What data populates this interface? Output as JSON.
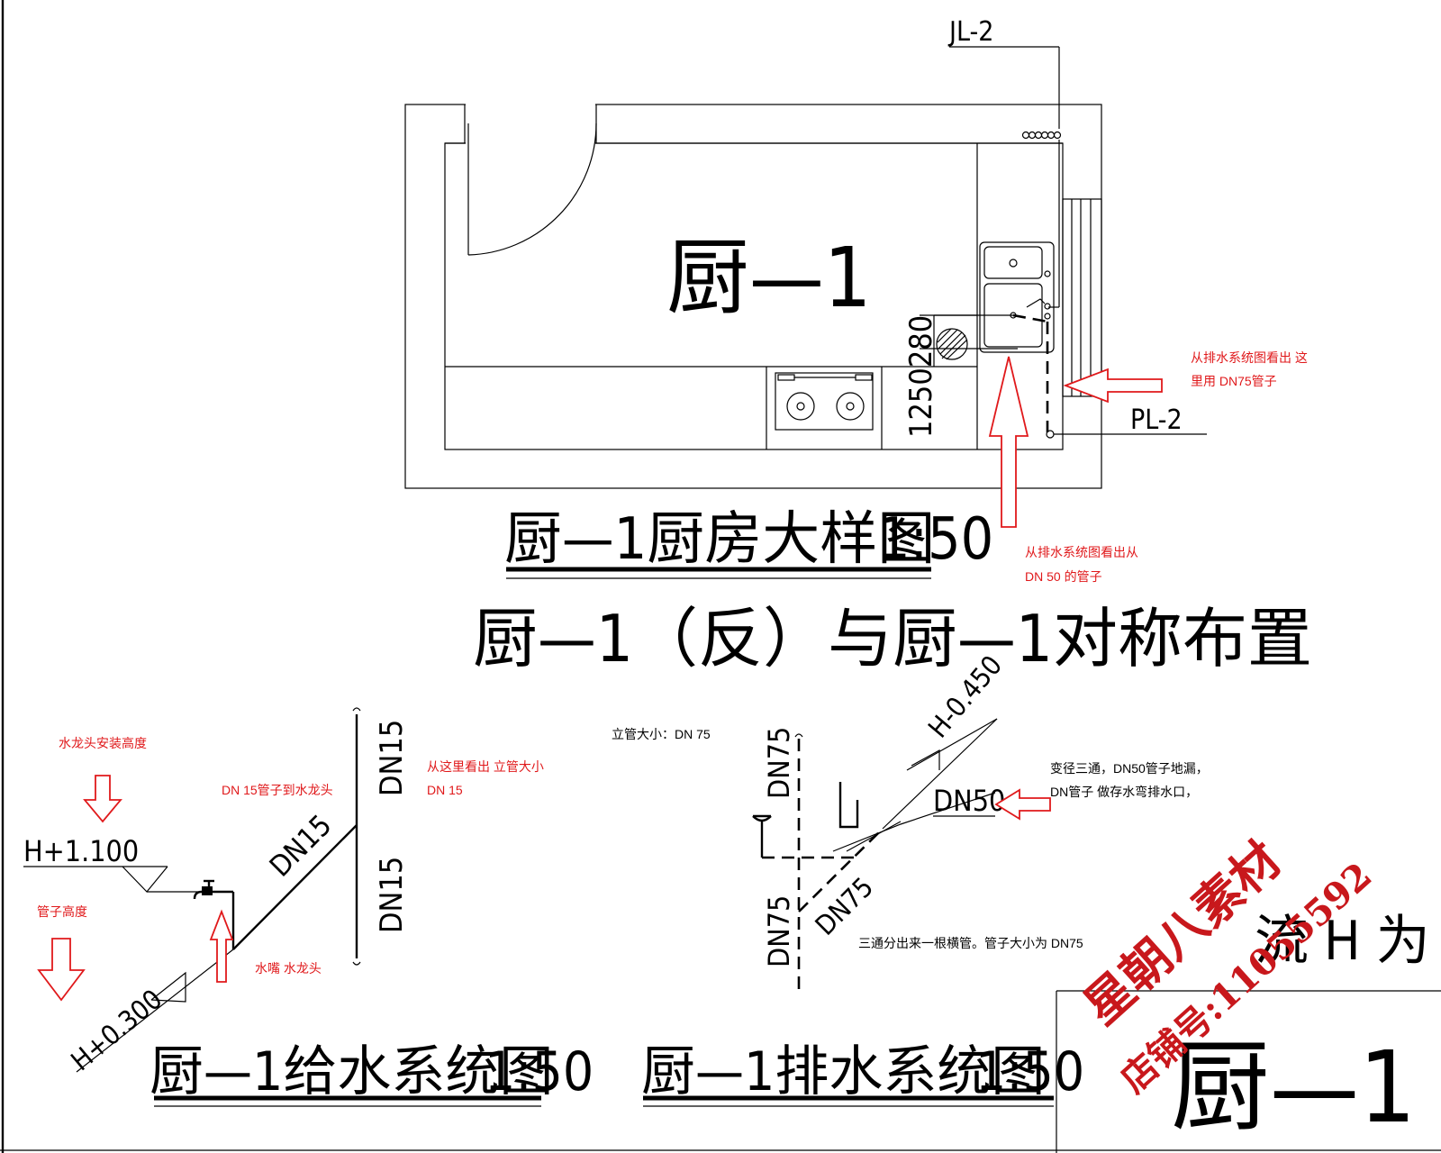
{
  "plan": {
    "title": "厨—1",
    "riser_jl": "JL-2",
    "riser_pl": "PL-2",
    "dim_vertical": "1250280"
  },
  "drawings": {
    "detail_title": "厨—1厨房大样图",
    "detail_scale": "1:50",
    "symmetric_note": "厨—1（反）与厨—1对称布置",
    "supply_title": "厨—1给水系统图",
    "supply_scale": "1:50",
    "drain_title": "厨—1排水系统图",
    "drain_scale": "1:50",
    "corner_title": "厨—1"
  },
  "supply": {
    "level_top": "H+1.100",
    "level_bottom": "H+0.300",
    "pipe_diag": "DN15",
    "riser_top": "DN15",
    "riser_bottom": "DN15"
  },
  "drain": {
    "level": "H-0.450",
    "branch": "DN50",
    "riser_top": "DN75",
    "riser_bottom": "DN75",
    "diag": "DN75",
    "fragment_1": "流",
    "fragment_2": "H 为"
  },
  "annotations": {
    "dn75_line1": "从排水系统图看出 这",
    "dn75_line2": "里用  DN75管子",
    "dn50_line1": "从排水系统图看出从",
    "dn50_line2": "DN  50 的管子",
    "faucet_height": "水龙头安装高度",
    "pipe_height": "管子高度",
    "dn15_to_faucet": "DN 15管子到水龙头",
    "riser_from_here_1": "从这里看出 立管大小",
    "riser_from_here_2": "DN 15",
    "spout_faucet": "水嘴 水龙头",
    "riser_size": "立管大小：DN 75",
    "reducer_tee_1": "变径三通，DN50管子地漏，",
    "reducer_tee_2": "DN管子 做存水弯排水口，",
    "tee_branch": "三通分出来一根横管。管子大小为  DN75"
  },
  "watermark": {
    "shop_name": "星朝八素材",
    "shop_id": "店铺号:11055592"
  },
  "colors": {
    "annotation": "#e0191b",
    "line": "#000000",
    "watermark": "#c8181c"
  }
}
